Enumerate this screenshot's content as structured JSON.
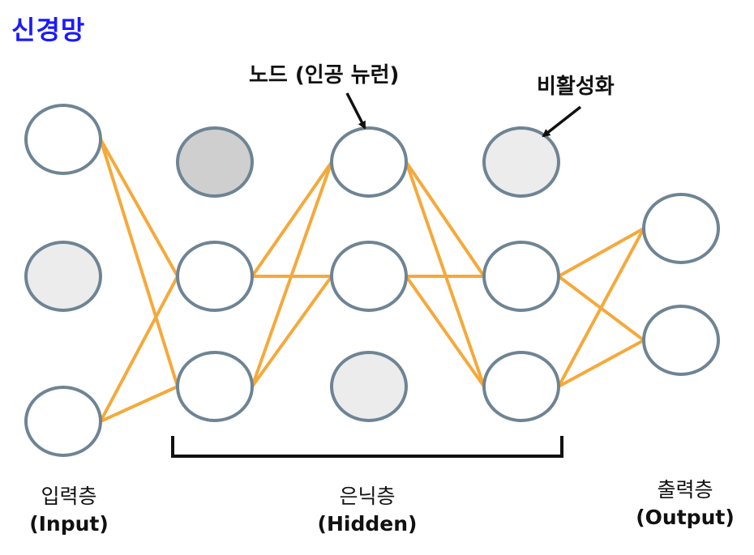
{
  "title": "신경망",
  "annotations": {
    "node": "노드 (인공 뉴런)",
    "dropout": "비활성화"
  },
  "layers": {
    "input": {
      "ko": "입력층",
      "en": "(Input)"
    },
    "hidden": {
      "ko": "은닉층",
      "en": "(Hidden)"
    },
    "output": {
      "ko": "출력층",
      "en": "(Output)"
    }
  },
  "colors": {
    "title": "#1a1aff",
    "edge": "#f5a93b",
    "node_stroke": "#6e8494",
    "node_fill_active": "#ffffff",
    "node_fill_inactive": "#ececec",
    "node_fill_dark": "#cfcfcf",
    "bracket": "#111111"
  },
  "network": {
    "columns": [
      {
        "layer": "input",
        "nodes": [
          {
            "state": "active"
          },
          {
            "state": "inactive"
          },
          {
            "state": "active"
          }
        ]
      },
      {
        "layer": "hidden",
        "nodes": [
          {
            "state": "dark"
          },
          {
            "state": "active"
          },
          {
            "state": "active"
          }
        ]
      },
      {
        "layer": "hidden",
        "nodes": [
          {
            "state": "active"
          },
          {
            "state": "active"
          },
          {
            "state": "inactive"
          }
        ]
      },
      {
        "layer": "hidden",
        "nodes": [
          {
            "state": "inactive"
          },
          {
            "state": "active"
          },
          {
            "state": "active"
          }
        ]
      },
      {
        "layer": "output",
        "nodes": [
          {
            "state": "active"
          },
          {
            "state": "active"
          }
        ]
      }
    ],
    "edges": [
      {
        "from": [
          0,
          0
        ],
        "to": [
          1,
          1
        ]
      },
      {
        "from": [
          0,
          0
        ],
        "to": [
          1,
          2
        ]
      },
      {
        "from": [
          0,
          2
        ],
        "to": [
          1,
          1
        ]
      },
      {
        "from": [
          0,
          2
        ],
        "to": [
          1,
          2
        ]
      },
      {
        "from": [
          1,
          1
        ],
        "to": [
          2,
          0
        ]
      },
      {
        "from": [
          1,
          1
        ],
        "to": [
          2,
          1
        ]
      },
      {
        "from": [
          1,
          2
        ],
        "to": [
          2,
          0
        ]
      },
      {
        "from": [
          1,
          2
        ],
        "to": [
          2,
          1
        ]
      },
      {
        "from": [
          2,
          0
        ],
        "to": [
          3,
          1
        ]
      },
      {
        "from": [
          2,
          0
        ],
        "to": [
          3,
          2
        ]
      },
      {
        "from": [
          2,
          1
        ],
        "to": [
          3,
          1
        ]
      },
      {
        "from": [
          2,
          1
        ],
        "to": [
          3,
          2
        ]
      },
      {
        "from": [
          3,
          1
        ],
        "to": [
          4,
          0
        ]
      },
      {
        "from": [
          3,
          1
        ],
        "to": [
          4,
          1
        ]
      },
      {
        "from": [
          3,
          2
        ],
        "to": [
          4,
          0
        ]
      },
      {
        "from": [
          3,
          2
        ],
        "to": [
          4,
          1
        ]
      }
    ]
  }
}
